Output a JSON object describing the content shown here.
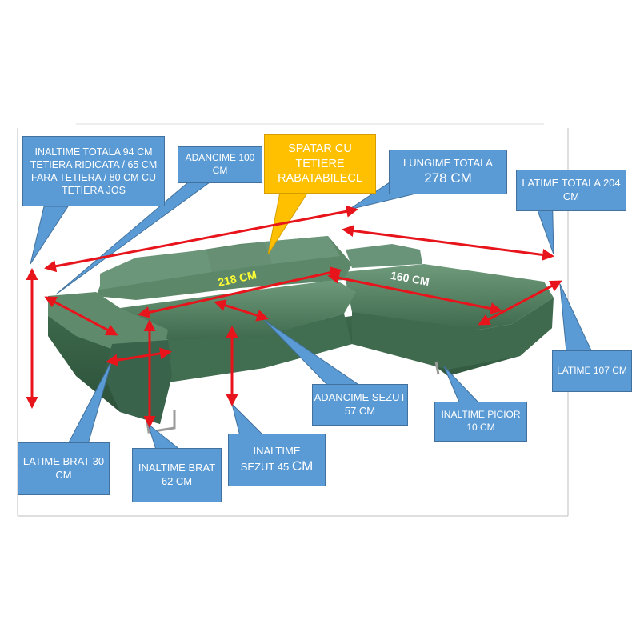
{
  "callouts": {
    "inaltime_totala": "INALTIME TOTALA 94 CM TETIERA RIDICATA / 65 CM FARA TETIERA / 80 CM CU TETIERA JOS",
    "adancime": "ADANCIME 100 CM",
    "spatar": "SPATAR CU TETIERE RABATABILECL",
    "lungime_totala_line1": "LUNGIME TOTALA",
    "lungime_totala_line2": "278 CM",
    "latime_totala": "LATIME TOTALA 204 CM",
    "latime_107": "LATIME 107 CM",
    "adancime_sezut": "ADANCIME SEZUT 57 CM",
    "inaltime_picior": "INALTIME PICIOR 10 CM",
    "latime_brat": "LATIME BRAT 30 CM",
    "inaltime_brat": "INALTIME BRAT 62 CM",
    "inaltime_sezut_line1": "INALTIME",
    "inaltime_sezut_line2": "SEZUT 45",
    "inaltime_sezut_unit": "CM"
  },
  "dimension_labels": {
    "main_length": "218 CM",
    "chaise_length": "160 CM"
  },
  "colors": {
    "callout_blue": "#5b9bd5",
    "callout_yellow": "#ffc000",
    "arrow_red": "#e8141b",
    "sofa_green": "#4e7a5c",
    "label_yellow": "#ffff33"
  }
}
